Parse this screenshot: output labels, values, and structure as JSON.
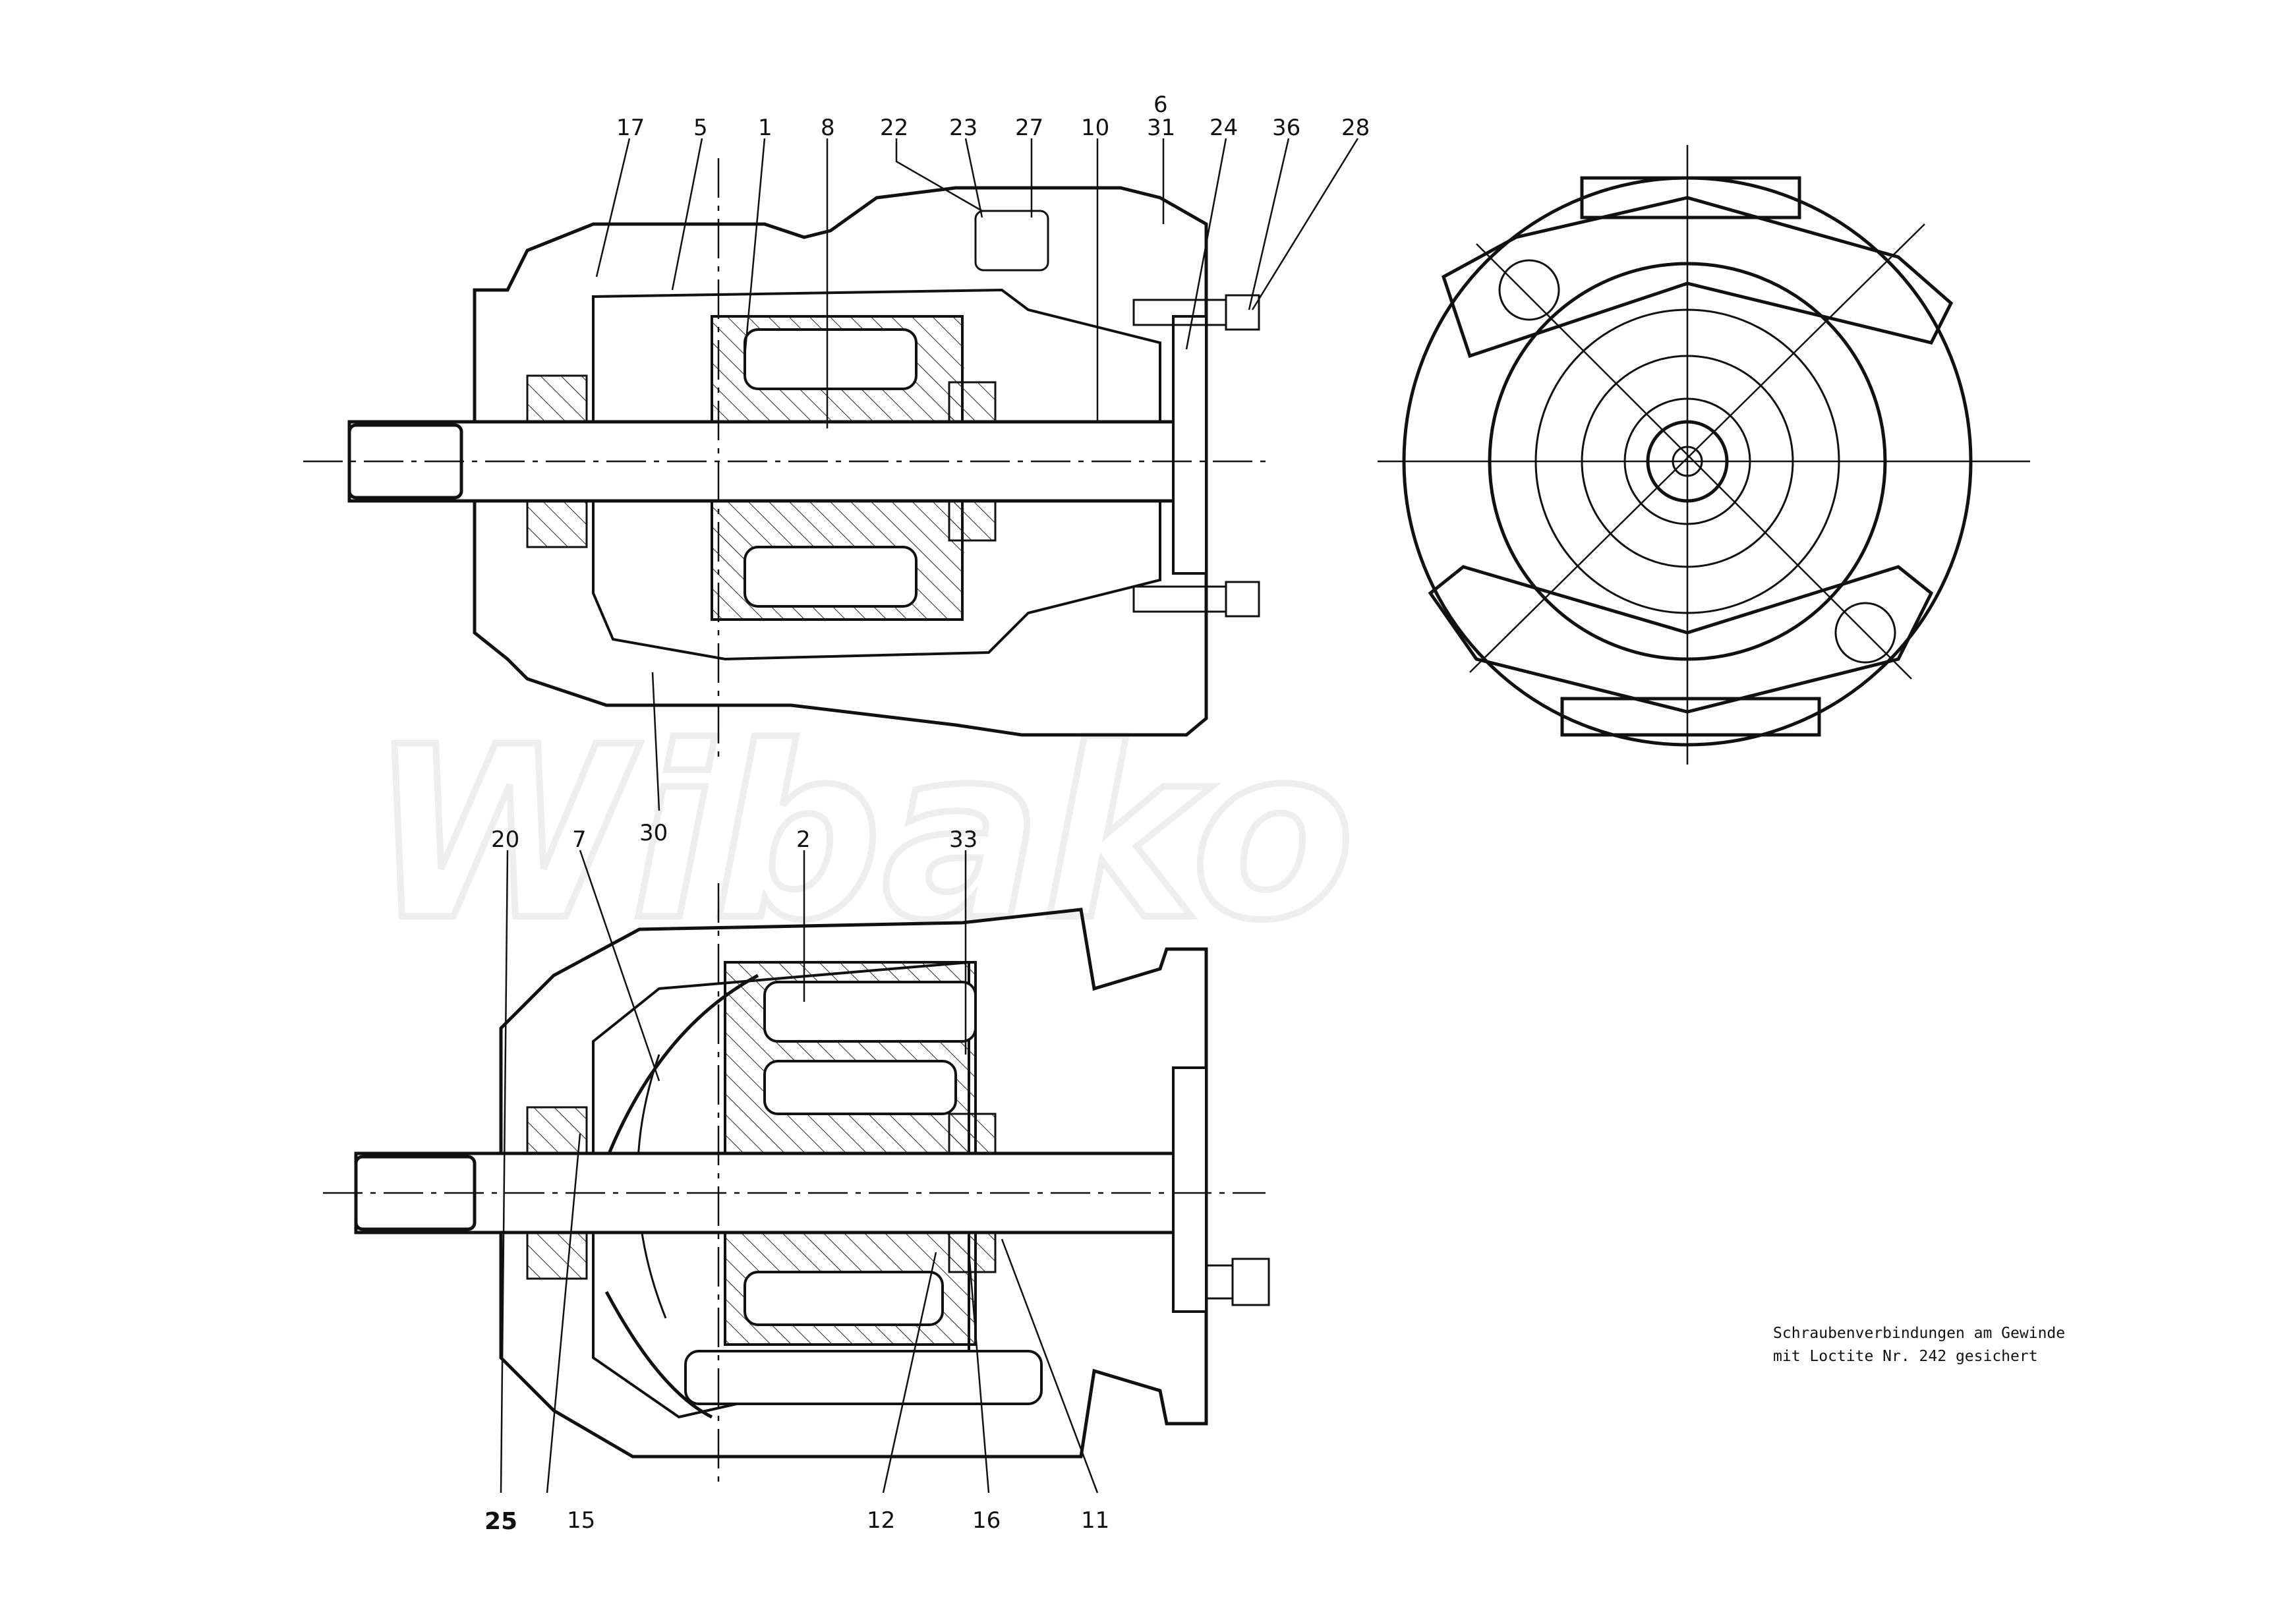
{
  "watermark": {
    "text": "Wibako"
  },
  "callouts_top": [
    {
      "id": "17",
      "label": "17"
    },
    {
      "id": "5",
      "label": "5"
    },
    {
      "id": "1",
      "label": "1"
    },
    {
      "id": "8",
      "label": "8"
    },
    {
      "id": "22",
      "label": "22"
    },
    {
      "id": "23",
      "label": "23"
    },
    {
      "id": "27",
      "label": "27"
    },
    {
      "id": "10",
      "label": "10"
    },
    {
      "id": "6",
      "label": "6"
    },
    {
      "id": "31",
      "label": "31"
    },
    {
      "id": "24",
      "label": "24"
    },
    {
      "id": "36",
      "label": "36"
    },
    {
      "id": "28",
      "label": "28"
    },
    {
      "id": "30",
      "label": "30"
    }
  ],
  "callouts_bottom": [
    {
      "id": "20",
      "label": "20"
    },
    {
      "id": "7",
      "label": "7"
    },
    {
      "id": "2",
      "label": "2"
    },
    {
      "id": "33",
      "label": "33"
    },
    {
      "id": "25",
      "label": "25"
    },
    {
      "id": "15",
      "label": "15"
    },
    {
      "id": "12",
      "label": "12"
    },
    {
      "id": "16",
      "label": "16"
    },
    {
      "id": "11",
      "label": "11"
    }
  ],
  "note": {
    "line1": "Schraubenverbindungen am Gewinde",
    "line2": "mit Loctite Nr. 242 gesichert"
  }
}
